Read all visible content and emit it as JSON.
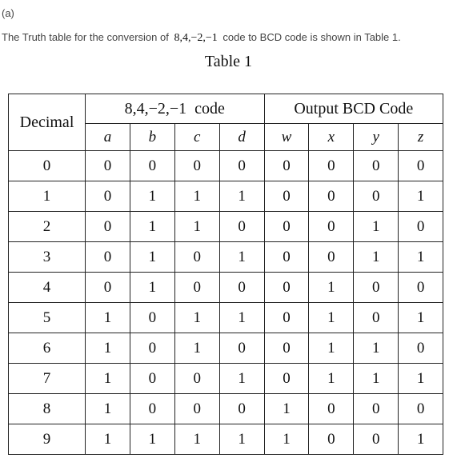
{
  "part_label": "(a)",
  "intro": {
    "before": "The Truth table for the conversion of",
    "code": "8,4,−2,−1",
    "after": "code to BCD code is shown in Table 1."
  },
  "table_caption": "Table 1",
  "table": {
    "decimal_header": "Decimal",
    "input_group_header": "8,4,−2,−1  code",
    "output_group_header": "Output BCD Code",
    "input_vars": [
      "a",
      "b",
      "c",
      "d"
    ],
    "output_vars": [
      "w",
      "x",
      "y",
      "z"
    ],
    "rows": [
      {
        "decimal": "0",
        "a": "0",
        "b": "0",
        "c": "0",
        "d": "0",
        "w": "0",
        "x": "0",
        "y": "0",
        "z": "0"
      },
      {
        "decimal": "1",
        "a": "0",
        "b": "1",
        "c": "1",
        "d": "1",
        "w": "0",
        "x": "0",
        "y": "0",
        "z": "1"
      },
      {
        "decimal": "2",
        "a": "0",
        "b": "1",
        "c": "1",
        "d": "0",
        "w": "0",
        "x": "0",
        "y": "1",
        "z": "0"
      },
      {
        "decimal": "3",
        "a": "0",
        "b": "1",
        "c": "0",
        "d": "1",
        "w": "0",
        "x": "0",
        "y": "1",
        "z": "1"
      },
      {
        "decimal": "4",
        "a": "0",
        "b": "1",
        "c": "0",
        "d": "0",
        "w": "0",
        "x": "1",
        "y": "0",
        "z": "0"
      },
      {
        "decimal": "5",
        "a": "1",
        "b": "0",
        "c": "1",
        "d": "1",
        "w": "0",
        "x": "1",
        "y": "0",
        "z": "1"
      },
      {
        "decimal": "6",
        "a": "1",
        "b": "0",
        "c": "1",
        "d": "0",
        "w": "0",
        "x": "1",
        "y": "1",
        "z": "0"
      },
      {
        "decimal": "7",
        "a": "1",
        "b": "0",
        "c": "0",
        "d": "1",
        "w": "0",
        "x": "1",
        "y": "1",
        "z": "1"
      },
      {
        "decimal": "8",
        "a": "1",
        "b": "0",
        "c": "0",
        "d": "0",
        "w": "1",
        "x": "0",
        "y": "0",
        "z": "0"
      },
      {
        "decimal": "9",
        "a": "1",
        "b": "1",
        "c": "1",
        "d": "1",
        "w": "1",
        "x": "0",
        "y": "0",
        "z": "1"
      }
    ]
  }
}
